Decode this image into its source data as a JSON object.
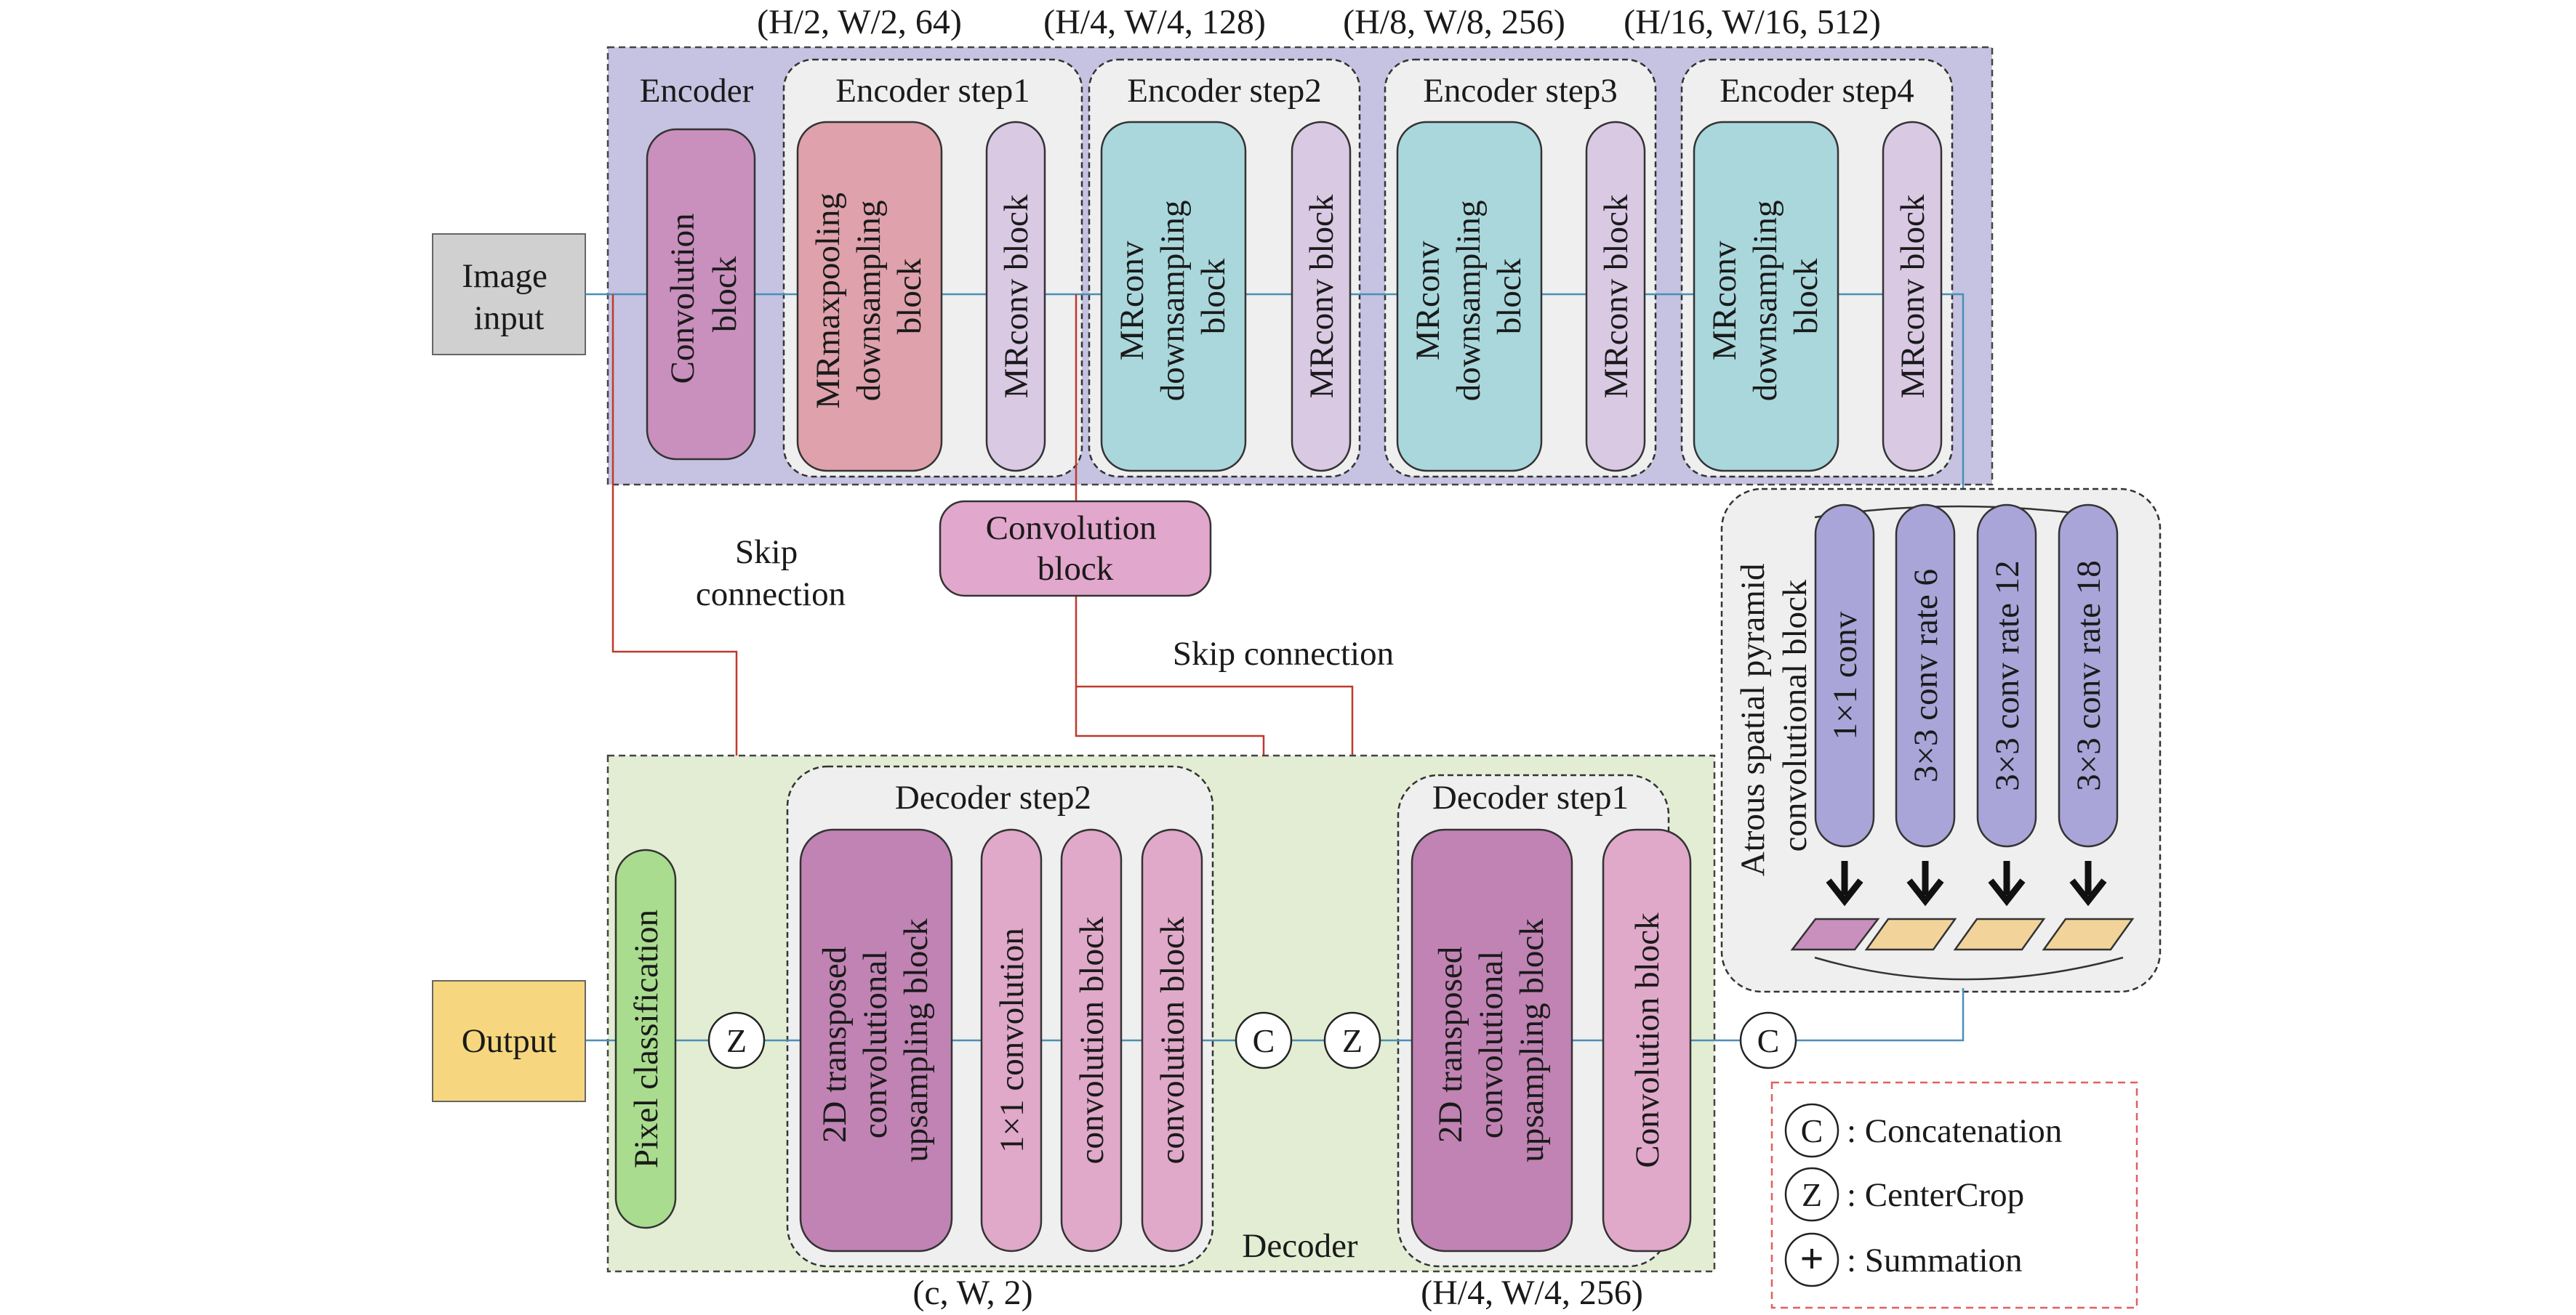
{
  "colors": {
    "encoder_bg": "#c5c3e1",
    "decoder_bg": "#e3edd3",
    "step_bg": "#efefef",
    "conv_block": "#c98fbd",
    "maxpool_block": "#dfa1ab",
    "downsampling_block": "#a9d7dc",
    "mrconv_block": "#d9c9e3",
    "skip_conv_block": "#e2a7cc",
    "pixel_classification": "#a9dc8e",
    "upsampling_block": "#c083b3",
    "decoder_conv_block": "#e0a8c9",
    "aspp_conv": "#a9a5d8",
    "image_input": "#d0d0d0",
    "output": "#f6d77f",
    "line_blue": "#4a8fb8",
    "line_red": "#c0392b",
    "legend_border": "#e06060"
  },
  "encoder": {
    "label": "Encoder",
    "conv_block_label": [
      "Convolution",
      "block"
    ],
    "steps": [
      {
        "title": "Encoder step1",
        "dims": "(H/2, W/2, 64)",
        "block1": [
          "MRmaxpooling",
          "downsampling",
          "block"
        ],
        "block2": "MRconv block"
      },
      {
        "title": "Encoder step2",
        "dims": "(H/4, W/4, 128)",
        "block1": [
          "MRconv",
          "downsampling",
          "block"
        ],
        "block2": "MRconv block"
      },
      {
        "title": "Encoder step3",
        "dims": "(H/8, W/8, 256)",
        "block1": [
          "MRconv",
          "downsampling",
          "block"
        ],
        "block2": "MRconv block"
      },
      {
        "title": "Encoder step4",
        "dims": "(H/16, W/16, 512)",
        "block1": [
          "MRconv",
          "downsampling",
          "block"
        ],
        "block2": "MRconv block"
      }
    ]
  },
  "image_input": [
    "Image",
    "input"
  ],
  "output": "Output",
  "skip_conv_block": [
    "Convolution",
    "block"
  ],
  "skip_connection_left": [
    "Skip",
    "connection"
  ],
  "skip_connection_right": "Skip connection",
  "aspp": {
    "title": [
      "Atrous spatial pyramid",
      "convolutional block"
    ],
    "branches": [
      "1×1 conv",
      "3×3 conv rate 6",
      "3×3 conv rate 12",
      "3×3 conv rate 18"
    ]
  },
  "decoder": {
    "label": "Decoder",
    "pixel_classification": "Pixel classification",
    "step2": {
      "title": "Decoder step2",
      "dims": "(c, W, 2)",
      "upsampling": [
        "2D transposed",
        "convolutional",
        "upsampling block"
      ],
      "one_by_one": "1×1 convolution",
      "conv1": "convolution block",
      "conv2": "convolution block"
    },
    "step1": {
      "title": "Decoder step1",
      "dims": "(H/4, W/4, 256)",
      "upsampling": [
        "2D transposed",
        "convolutional",
        "upsampling block"
      ],
      "conv": "Convolution block"
    }
  },
  "ops": {
    "concat": "C",
    "crop": "Z"
  },
  "legend": [
    {
      "symbol": "C",
      "label": ": Concatenation"
    },
    {
      "symbol": "Z",
      "label": ": CenterCrop"
    },
    {
      "symbol": "+",
      "label": ": Summation"
    }
  ]
}
